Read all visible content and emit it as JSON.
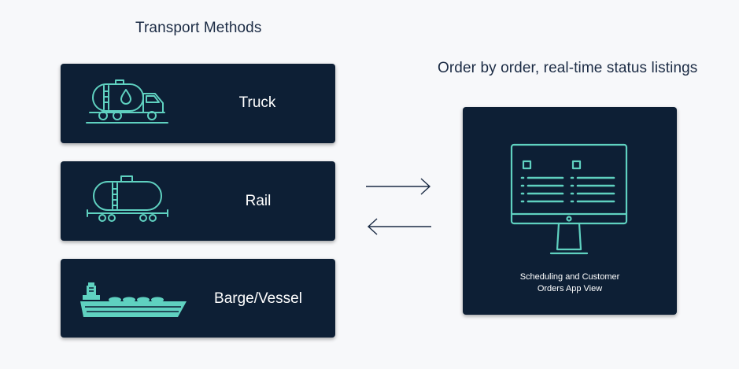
{
  "left_heading": "Transport Methods",
  "right_heading": "Order by order, real-time status listings",
  "transport_methods": [
    {
      "label": "Truck",
      "icon": "tanker-truck-icon"
    },
    {
      "label": "Rail",
      "icon": "rail-tank-car-icon"
    },
    {
      "label": "Barge/Vessel",
      "icon": "barge-vessel-icon"
    }
  ],
  "app_view": {
    "icon": "monitor-icon",
    "caption_line1": "Scheduling and Customer",
    "caption_line2": "Orders App View"
  },
  "colors": {
    "card_background": "#0d1f35",
    "icon_accent": "#5fd1c0",
    "heading_text": "#1b2b44",
    "page_background": "#f7f8fa"
  }
}
